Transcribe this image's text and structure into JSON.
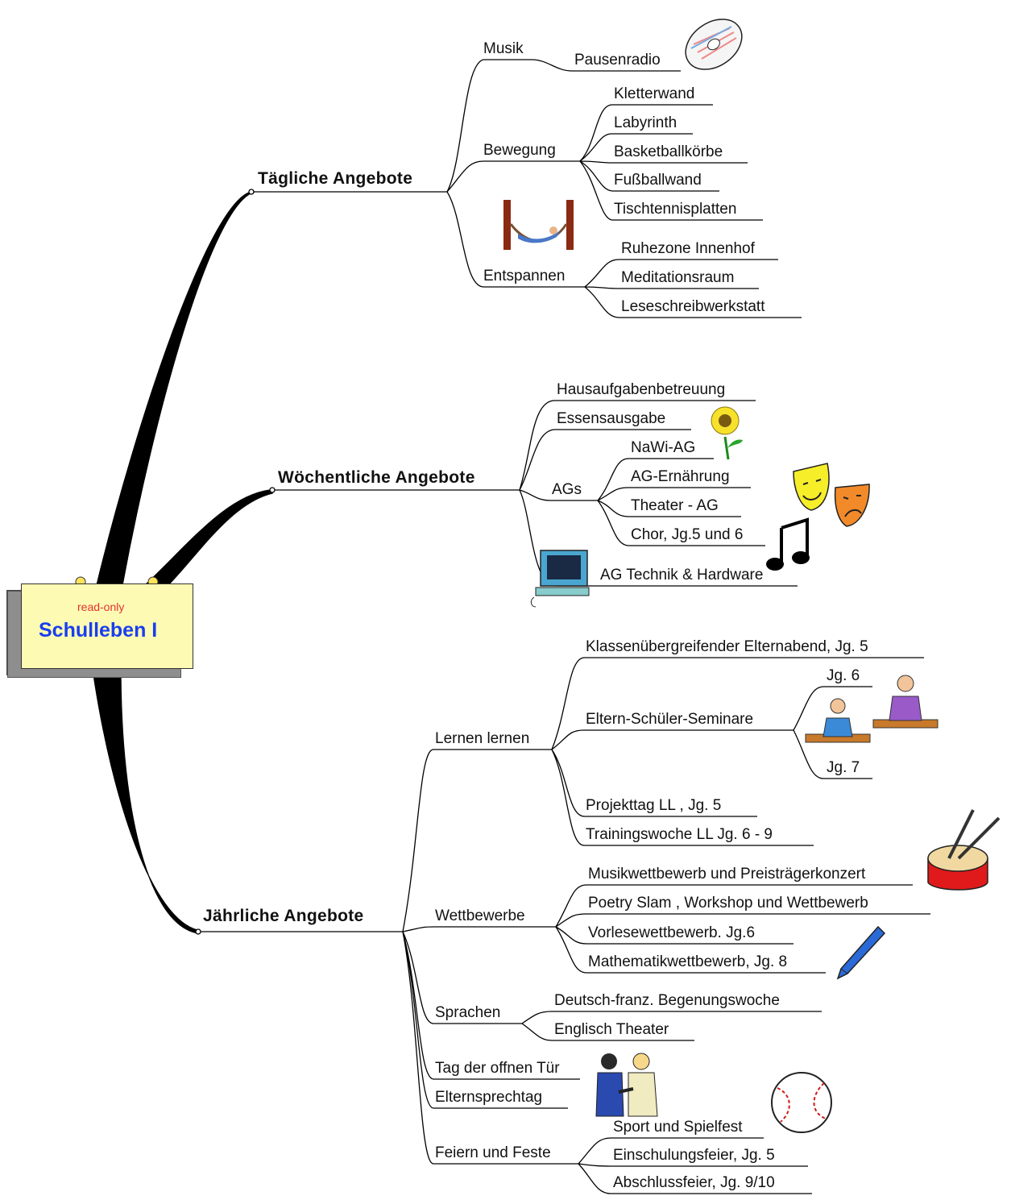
{
  "root": {
    "title": "Schulleben I",
    "badge": "read-only"
  },
  "branches": [
    {
      "label": "Tägliche Angebote",
      "children": [
        {
          "label": "Musik",
          "children": [
            "Pausenradio"
          ]
        },
        {
          "label": "Bewegung",
          "children": [
            "Kletterwand",
            "Labyrinth",
            "Basketballkörbe",
            "Fußballwand",
            "Tischtennisplatten"
          ]
        },
        {
          "label": "Entspannen",
          "children": [
            "Ruhezone Innenhof",
            "Meditationsraum",
            "Leseschreibwerkstatt"
          ]
        }
      ]
    },
    {
      "label": "Wöchentliche Angebote",
      "children": [
        {
          "label": "Hausaufgabenbetreuung"
        },
        {
          "label": "Essensausgabe"
        },
        {
          "label": "AGs",
          "children": [
            "NaWi-AG",
            "AG-Ernährung",
            "Theater - AG",
            "Chor, Jg.5 und 6"
          ]
        },
        {
          "label": "AG Technik & Hardware"
        }
      ]
    },
    {
      "label": "Jährliche Angebote",
      "children": [
        {
          "label": "Lernen lernen",
          "children": [
            "Klassenübergreifender Elternabend, Jg. 5",
            "Eltern-Schüler-Seminare",
            "Jg. 6",
            "Jg. 7",
            "Projekttag LL , Jg. 5",
            "Trainingswoche LL Jg. 6 - 9"
          ]
        },
        {
          "label": "Wettbewerbe",
          "children": [
            "Musikwettbewerb und Preisträgerkonzert",
            "Poetry Slam , Workshop und Wettbewerb",
            "Vorlesewettbewerb. Jg.6",
            "Mathematikwettbewerb, Jg. 8"
          ]
        },
        {
          "label": "Sprachen",
          "children": [
            "Deutsch-franz. Begenungswoche",
            "Englisch Theater"
          ]
        },
        {
          "label": "Tag der offnen Tür"
        },
        {
          "label": "Elternsprechtag"
        },
        {
          "label": "Feiern und Feste",
          "children": [
            "Sport und Spielfest",
            "Einschulungsfeier, Jg. 5",
            "Abschlussfeier, Jg. 9/10"
          ]
        }
      ]
    }
  ],
  "icons": [
    "cd-icon",
    "hammock-icon",
    "sunflower-icon",
    "theater-masks-icon",
    "music-note-icon",
    "computer-icon",
    "students-at-desk-icon",
    "drum-icon",
    "pencil-icon",
    "handshake-icon",
    "baseball-icon",
    "lamp-icon"
  ],
  "colors": {
    "root_fill": "#fdfbb3",
    "root_title": "#1a3df0",
    "root_badge": "#e43030",
    "line": "#000000"
  }
}
